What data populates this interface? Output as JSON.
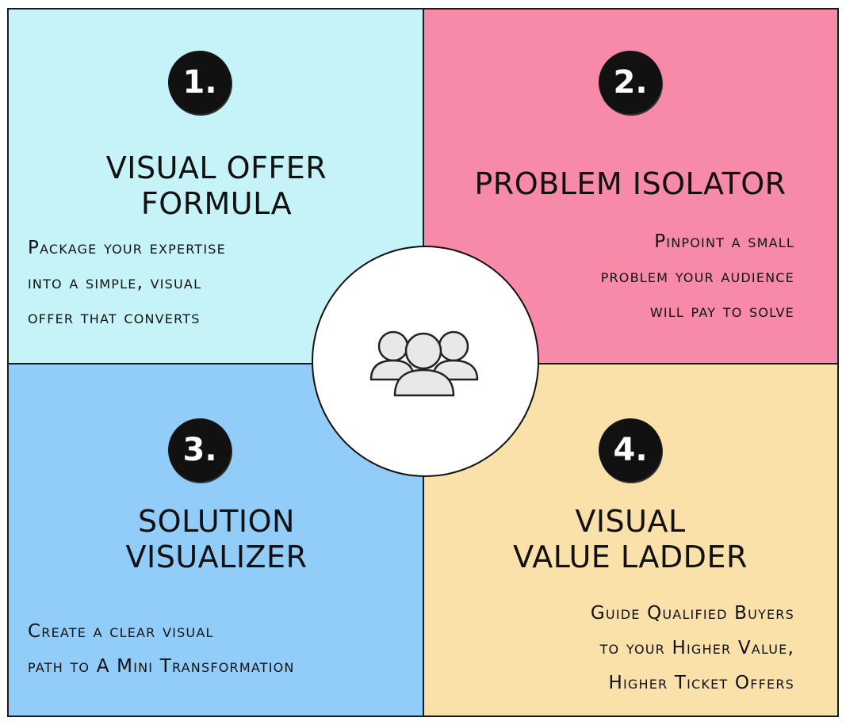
{
  "quadrants": [
    {
      "number": "1.",
      "title_lines": [
        "VISUAL OFFER",
        "FORMULA"
      ],
      "description_lines": [
        "Package your expertise",
        "into a simple, visual",
        "offer that converts"
      ]
    },
    {
      "number": "2.",
      "title_lines": [
        "PROBLEM ISOLATOR"
      ],
      "description_lines": [
        "Pinpoint a small",
        "problem your audience",
        "will pay to solve"
      ]
    },
    {
      "number": "3.",
      "title_lines": [
        "SOLUTION",
        "VISUALIZER"
      ],
      "description_lines": [
        "Create a clear visual",
        "path to A Mini Transformation"
      ]
    },
    {
      "number": "4.",
      "title_lines": [
        "VISUAL",
        "VALUE LADDER"
      ],
      "description_lines": [
        "Guide Qualified Buyers",
        "to your Higher Value,",
        "Higher Ticket Offers"
      ]
    }
  ],
  "center": {
    "icon": "people-group-icon"
  },
  "colors": {
    "quadrant_1": "#c6f3f7",
    "quadrant_2": "#f68aa8",
    "quadrant_3": "#92cdfa",
    "quadrant_4": "#fae0a9",
    "badge": "#111111",
    "icon_fill": "#e8e8e8"
  }
}
